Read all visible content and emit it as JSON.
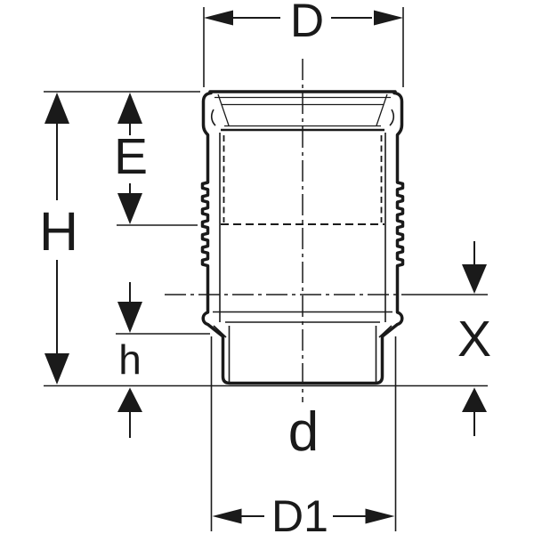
{
  "drawing": {
    "colors": {
      "line": "#1a1a1a",
      "background": "#ffffff"
    },
    "labels": {
      "d_top": "D",
      "e": "E",
      "h_total": "H",
      "h_small": "h",
      "x": "X",
      "d_small": "d",
      "d1": "D1"
    }
  }
}
